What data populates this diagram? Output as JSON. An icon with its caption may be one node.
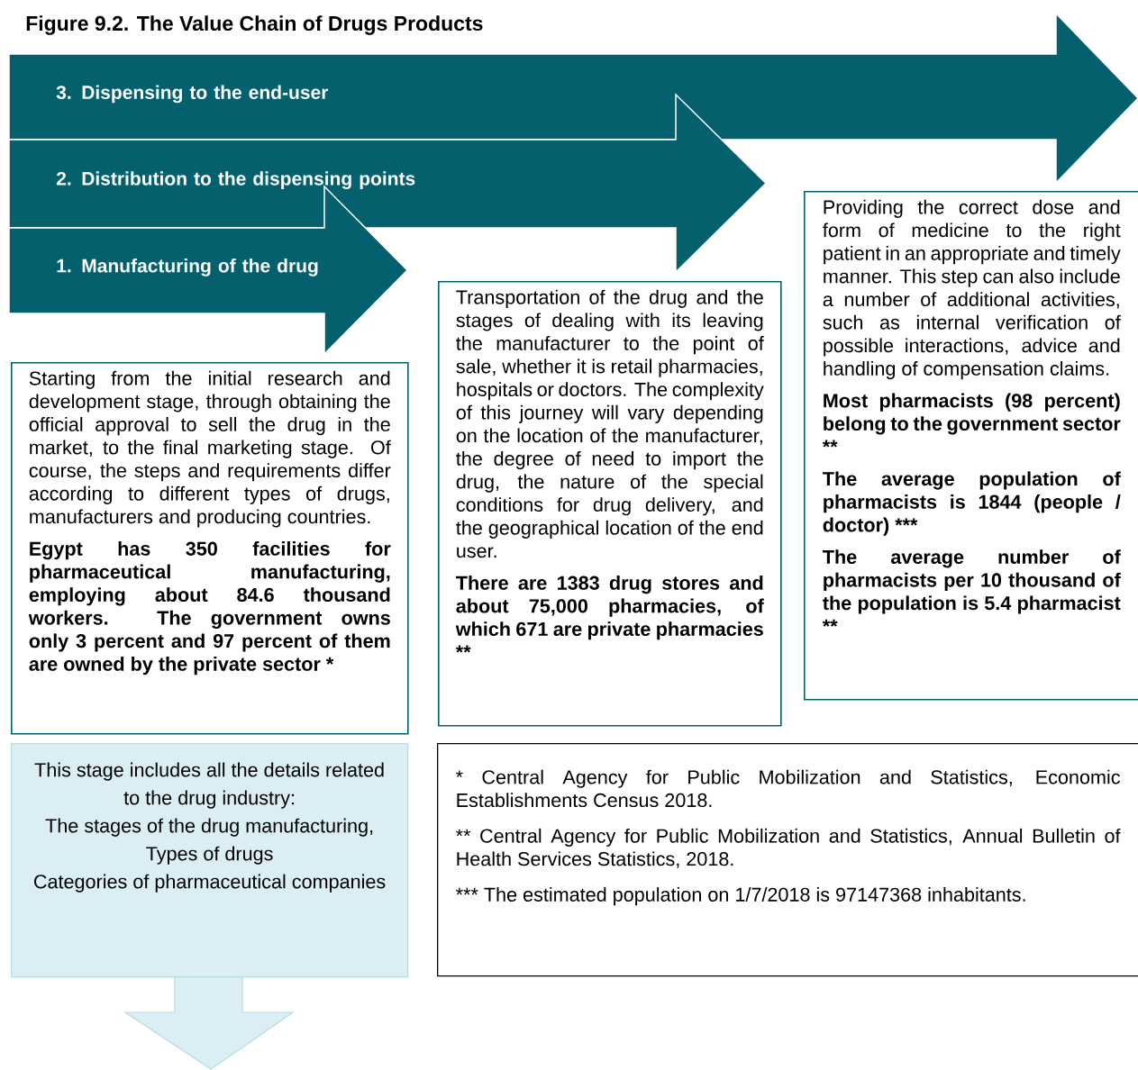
{
  "diagram": {
    "title": "Figure 9.2. The Value Chain of Drugs Products",
    "nodes": [
      {
        "text": [
          "3. Dispensing to the end-user"
        ]
      },
      {
        "text": [
          "2. Distribution to the dispensing points"
        ]
      },
      {
        "text": [
          "1. Manufacturing of the drug"
        ]
      },
      {
        "text": [
          "Starting from the initial research and development stage, through obtaining the official approval to sell the drug in the market, to the final marketing stage. Of course, the steps and requirements differ according to different types of drugs, manufacturers and producing countries.",
          "Egypt has 350 facilities for pharmaceutical manufacturing, employing about 84.6 thousand workers. The government owns only 3 percent and 97 percent of them are owned by the private sector *"
        ]
      },
      {
        "text": [
          "Transportation of the drug and the stages of dealing with its leaving the manufacturer to the point of sale, whether it is retail pharmacies, hospitals or doctors. The complexity of this journey will vary depending on the location of the manufacturer, the degree of need to import the drug, the nature of the special conditions for drug delivery, and the geographical location of the end user.",
          "There are 1383 drug stores and about 75,000 pharmacies, of which 671 are private pharmacies **"
        ]
      },
      {
        "text": [
          "Providing the correct dose and form of medicine to the right patient in an appropriate and timely manner. This step can also include a number of additional activities, such as internal verification of possible interactions, advice and handling of compensation claims.",
          "Most pharmacists (98 percent) belong to the government sector **",
          "The average population of pharmacists is 1844 (people / doctor) ***",
          "The average number of pharmacists per 10 thousand of the population is 5.4 pharmacist **"
        ]
      },
      {
        "text": [
          "This stage includes all the details related to the drug industry:",
          "The stages of the drug manufacturing,",
          "Types of drugs",
          "Categories of pharmaceutical companies"
        ]
      },
      {
        "text": [
          "* Central Agency for Public Mobilization and Statistics, Economic Establishments Census 2018.",
          "** Central Agency for Public Mobilization and Statistics, Annual Bulletin of Health Services Statistics, 2018.",
          "*** The estimated population on 1/7/2018 is 97147368 inhabitants."
        ]
      }
    ]
  }
}
